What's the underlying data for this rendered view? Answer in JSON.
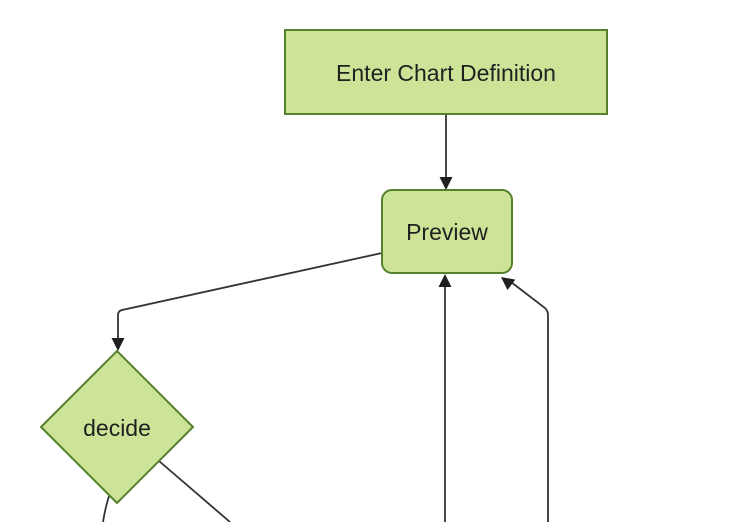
{
  "diagram": {
    "type": "flowchart",
    "nodes": [
      {
        "id": "enter-chart-definition",
        "label": "Enter Chart Definition",
        "shape": "rectangle"
      },
      {
        "id": "preview",
        "label": "Preview",
        "shape": "rounded-rectangle"
      },
      {
        "id": "decide",
        "label": "decide",
        "shape": "diamond"
      }
    ],
    "edges": [
      {
        "from": "enter-chart-definition",
        "to": "preview",
        "arrowhead": "into-preview-top"
      },
      {
        "from": "preview",
        "to": "decide",
        "arrowhead": "into-decide-top"
      },
      {
        "from": "offscreen-bottom",
        "to": "preview",
        "arrowhead": "into-preview-bottom"
      },
      {
        "from": "offscreen-bottom-right",
        "to": "preview",
        "arrowhead": "into-preview-bottom-right-corner"
      },
      {
        "from": "decide",
        "to": "offscreen-bottom-left",
        "arrowhead": "none-visible"
      },
      {
        "from": "decide",
        "to": "offscreen-bottom-right",
        "arrowhead": "none-visible"
      }
    ]
  },
  "colors": {
    "node_fill": "#cde498",
    "node_stroke": "#55812c",
    "edge_stroke": "#333333",
    "arrowhead_fill": "#1f1f1f",
    "text_color": "#1f2020",
    "background": "#ffffff"
  }
}
